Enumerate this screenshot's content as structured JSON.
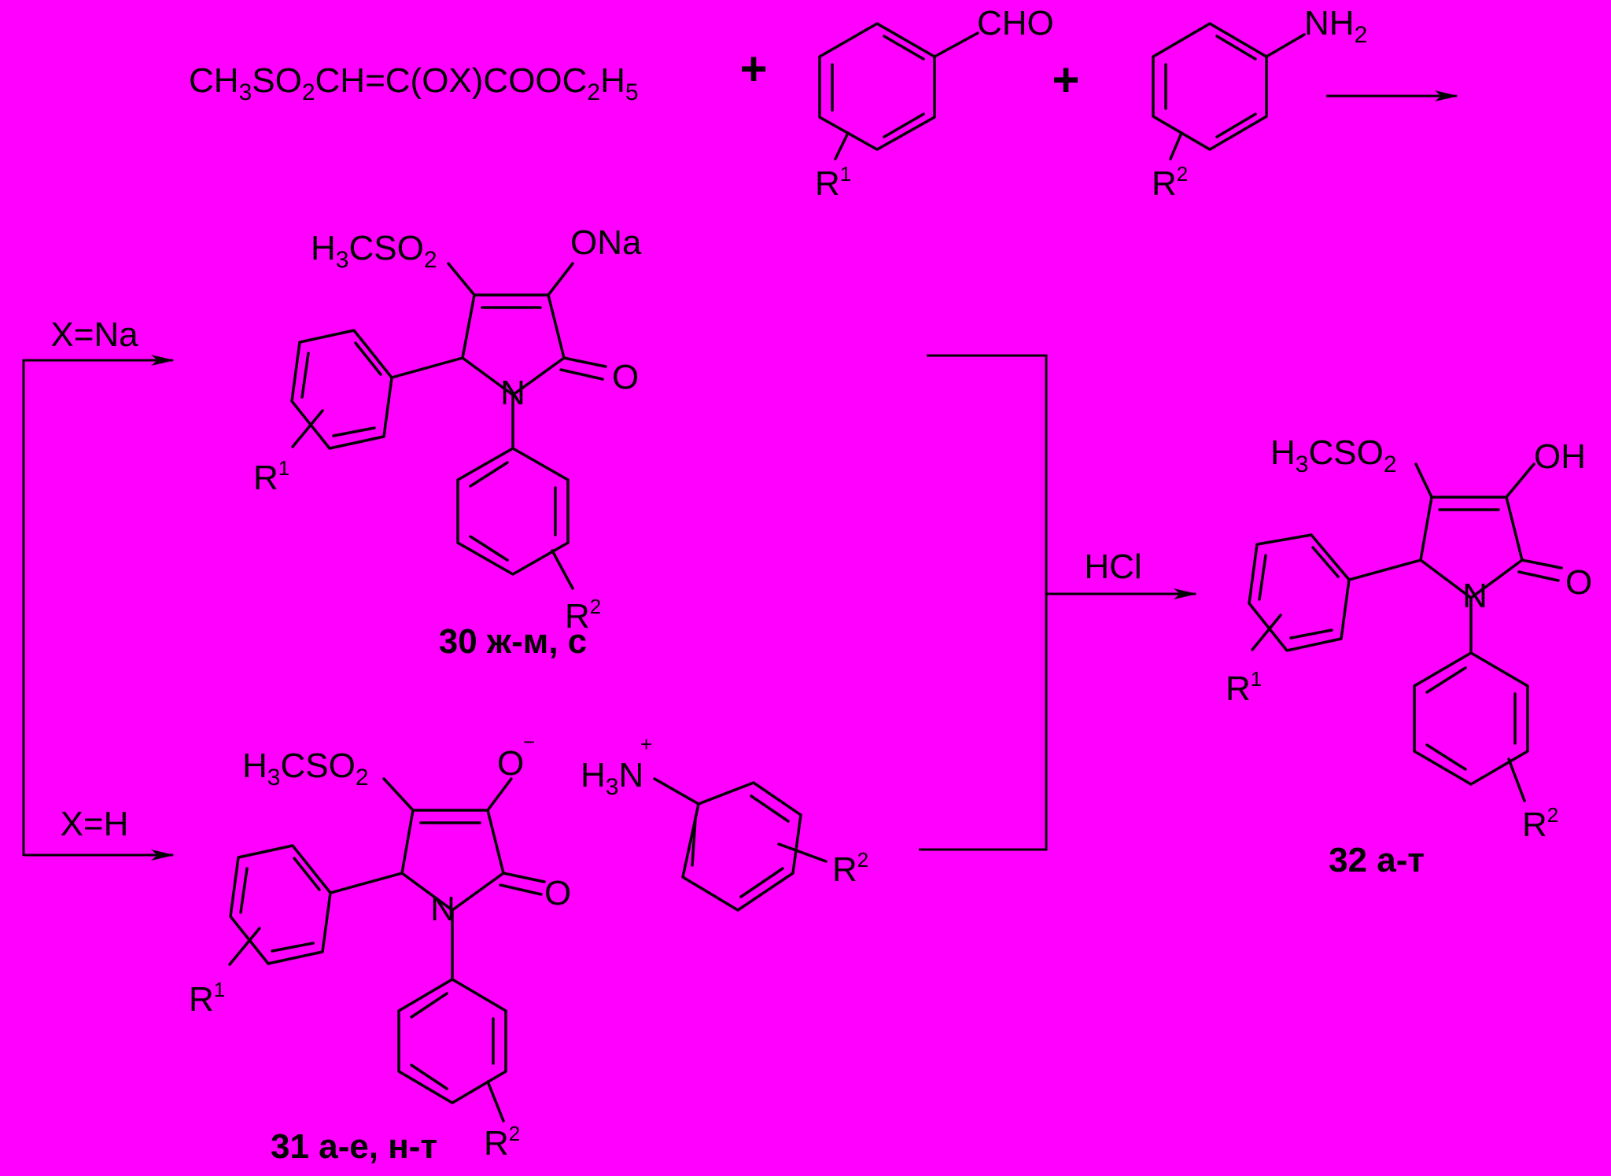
{
  "reagent": {
    "formula_parts": [
      "CH",
      "3",
      "SO",
      "2",
      "CH=C(OX)COOC",
      "2",
      "H",
      "5"
    ],
    "plus": "+"
  },
  "benzaldehyde": {
    "group": "CHO",
    "r": "R",
    "r_sup": "1"
  },
  "aniline": {
    "group": "NH",
    "group_sub": "2",
    "r": "R",
    "r_sup": "2"
  },
  "arrow_upper_condition": "X=Na",
  "arrow_lower_condition": "X=H",
  "arrow_final_reagent": "HCl",
  "compound_30": {
    "sulfonyl": [
      "H",
      "3",
      "CSO",
      "2"
    ],
    "oxy_group": "ONa",
    "carbonyl_o": "O",
    "n": "N",
    "r1": "R",
    "r1_sup": "1",
    "r2": "R",
    "r2_sup": "2",
    "label": "30 ж-м, с"
  },
  "compound_31": {
    "sulfonyl": [
      "H",
      "3",
      "CSO",
      "2"
    ],
    "oxy_group": "O",
    "oxy_charge": "−",
    "carbonyl_o": "O",
    "n": "N",
    "r1": "R",
    "r1_sup": "1",
    "r2": "R",
    "r2_sup": "2",
    "label": "31 а-е, н-т"
  },
  "anilinium": {
    "prefix": "H",
    "prefix_sub": "3",
    "atom": "N",
    "charge": "+",
    "r": "R",
    "r_sup": "2"
  },
  "compound_32": {
    "sulfonyl": [
      "H",
      "3",
      "CSO",
      "2"
    ],
    "oxy_group": "OH",
    "carbonyl_o": "O",
    "n": "N",
    "r1": "R",
    "r1_sup": "1",
    "r2": "R",
    "r2_sup": "2",
    "label": "32 а-т"
  }
}
